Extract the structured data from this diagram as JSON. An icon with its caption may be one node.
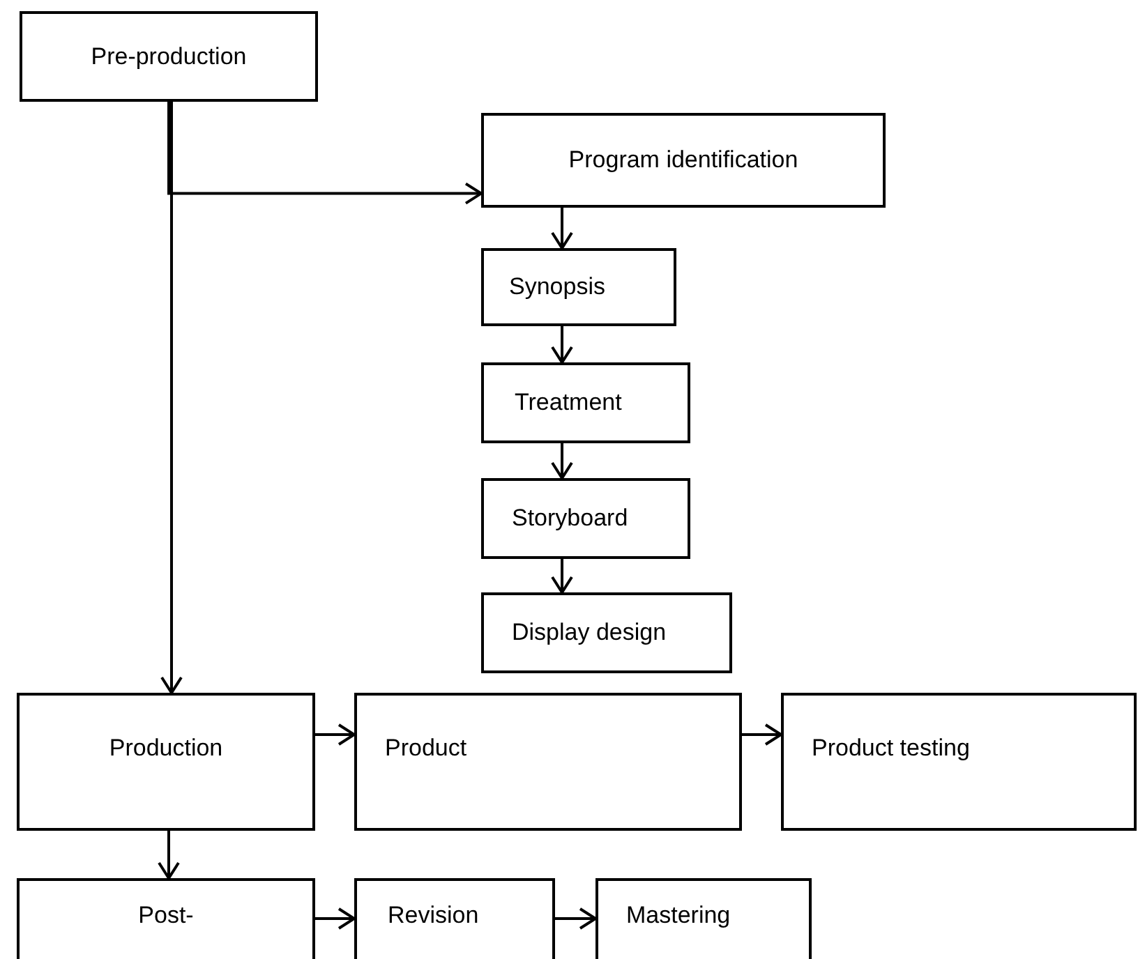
{
  "diagram": {
    "nodes": [
      {
        "text": [
          "Pre-production"
        ]
      },
      {
        "text": [
          "Program identification"
        ]
      },
      {
        "text": [
          "Synopsis"
        ]
      },
      {
        "text": [
          "Treatment"
        ]
      },
      {
        "text": [
          "Storyboard"
        ]
      },
      {
        "text": [
          "Display design"
        ]
      },
      {
        "text": [
          "Production"
        ]
      },
      {
        "text": [
          "Product"
        ]
      },
      {
        "text": [
          "Product testing"
        ]
      },
      {
        "text": [
          "Post-"
        ]
      },
      {
        "text": [
          "Revision"
        ]
      },
      {
        "text": [
          "Mastering"
        ]
      }
    ],
    "edges": [
      {
        "from": 0,
        "to": 6,
        "arrow": "to"
      },
      {
        "from": 0,
        "to": 1,
        "arrow": "to"
      },
      {
        "from": 1,
        "to": 2,
        "arrow": "to"
      },
      {
        "from": 2,
        "to": 3,
        "arrow": "to"
      },
      {
        "from": 3,
        "to": 4,
        "arrow": "to"
      },
      {
        "from": 4,
        "to": 5,
        "arrow": "to"
      },
      {
        "from": 6,
        "to": 7,
        "arrow": "to"
      },
      {
        "from": 7,
        "to": 8,
        "arrow": "to"
      },
      {
        "from": 6,
        "to": 9,
        "arrow": "to"
      },
      {
        "from": 9,
        "to": 10,
        "arrow": "to"
      },
      {
        "from": 10,
        "to": 11,
        "arrow": "to"
      }
    ]
  }
}
